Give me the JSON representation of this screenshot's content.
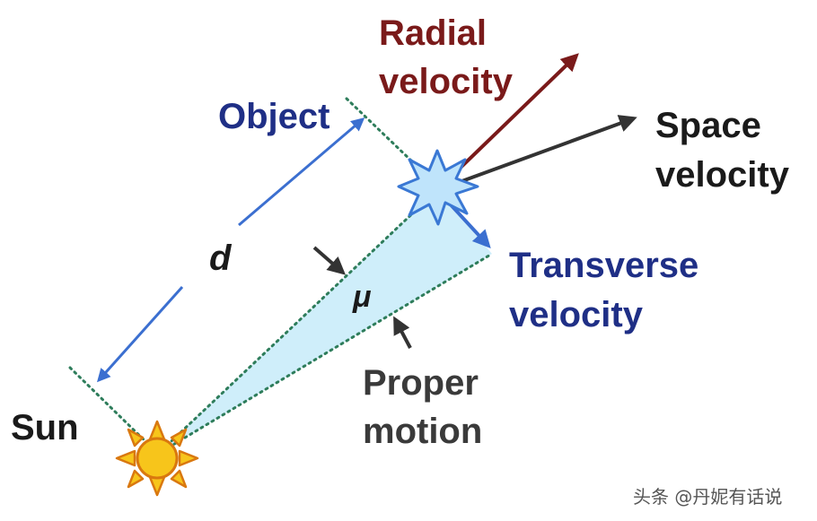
{
  "labels": {
    "radial_line1": "Radial",
    "radial_line2": "velocity",
    "space_line1": "Space",
    "space_line2": "velocity",
    "object": "Object",
    "transverse_line1": "Transverse",
    "transverse_line2": "velocity",
    "distance": "d",
    "mu": "μ",
    "proper_line1": "Proper",
    "proper_line2": "motion",
    "sun": "Sun"
  },
  "watermark": "头条 @丹妮有话说",
  "colors": {
    "radial": "#7a1a1a",
    "space": "#333333",
    "blue_text": "#1f2f86",
    "blue_line": "#3b6fd0",
    "dotted": "#2e7d5b",
    "cone_fill": "#cfeefa",
    "sun_fill": "#f7c51b",
    "sun_rays": "#d9780f",
    "star_fill": "#bfe4fb",
    "star_stroke": "#3a78d4",
    "text_dark": "#1a1a1a",
    "gray_text": "#3a3a3a"
  }
}
